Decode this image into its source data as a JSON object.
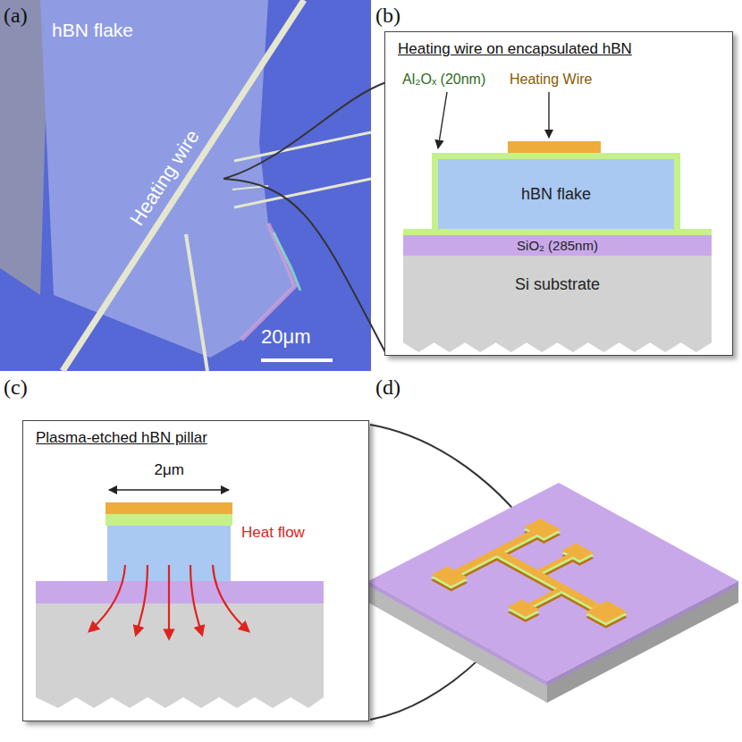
{
  "diagram": {
    "nodes": [
      {
        "text": [
          "Heating wire on encapsulated hBN"
        ]
      },
      {
        "text": [
          "hBN flake"
        ],
        "in": 0
      },
      {
        "text": [
          "SiO₂ (285nm)"
        ],
        "in": 0
      },
      {
        "text": [
          "Si substrate"
        ],
        "in": 0
      },
      {
        "text": [
          "Plasma-etched hBN pillar"
        ]
      }
    ],
    "labels": [
      "(a)",
      "hBN flake",
      "Heating wire",
      "20μm",
      "(b)",
      "Al₂Oₓ (20nm)",
      "Heating Wire",
      "(c)",
      "2μm",
      "Heat flow",
      "(d)"
    ]
  }
}
